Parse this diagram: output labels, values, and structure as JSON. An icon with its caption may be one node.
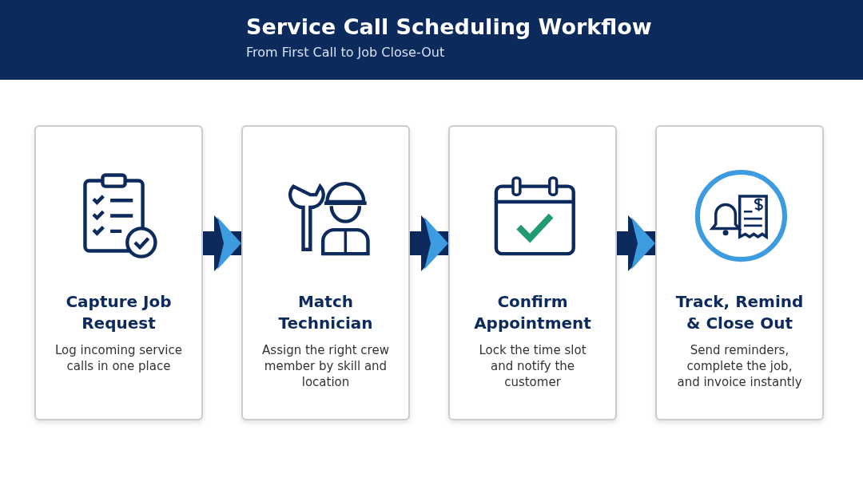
{
  "diagram": {
    "title": "Service Call Scheduling Workflow",
    "caption": "From First Call to Job Close-Out",
    "nodes": [
      {
        "text": [
          "Capture Job Request",
          "Log incoming service calls in one place"
        ]
      },
      {
        "text": [
          "Match Technician",
          "Assign the right crew member by skill and location"
        ]
      },
      {
        "text": [
          "Confirm Appointment",
          "Lock the time slot and notify the customer"
        ]
      },
      {
        "text": [
          "Track, Remind & Close Out",
          "Send reminders, complete the job, and invoice instantly"
        ]
      }
    ],
    "edges": [
      {
        "from": 0,
        "to": 1,
        "arrow": "to"
      },
      {
        "from": 1,
        "to": 2,
        "arrow": "to"
      },
      {
        "from": 2,
        "to": 3,
        "arrow": "to"
      }
    ]
  }
}
